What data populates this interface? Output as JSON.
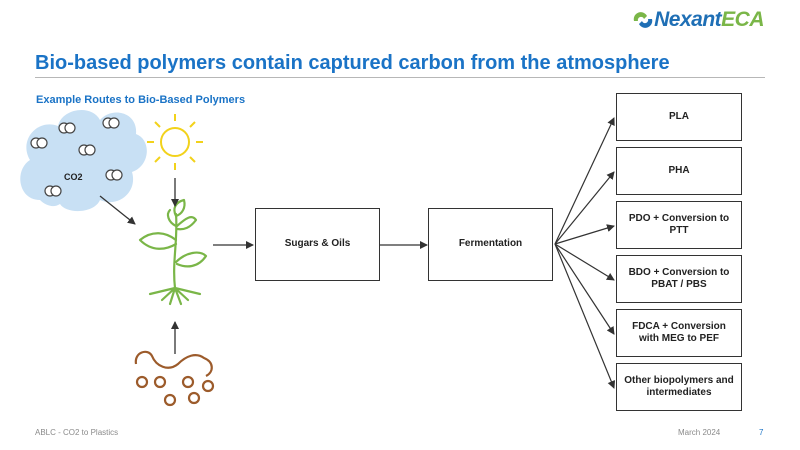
{
  "brand": {
    "name_part1": "Nexant",
    "name_part2": "ECA",
    "primary_color": "#1f6fb5",
    "accent_color": "#7ab648"
  },
  "slide": {
    "title": "Bio-based polymers contain captured carbon from the atmosphere",
    "subtitle": "Example Routes to Bio-Based Polymers",
    "title_color": "#1a73c6"
  },
  "diagram": {
    "cloud_label": "CO2",
    "process_steps": [
      "Sugars & Oils",
      "Fermentation"
    ],
    "outputs": [
      "PLA",
      "PHA",
      "PDO + Conversion to PTT",
      "BDO + Conversion to PBAT / PBS",
      "FDCA + Conversion with MEG to PEF",
      "Other biopolymers and intermediates"
    ],
    "icons": [
      "cloud-icon",
      "sun-icon",
      "plant-icon",
      "soil-icon"
    ]
  },
  "footer": {
    "source": "ABLC - CO2 to Plastics",
    "date": "March 2024",
    "page": "7"
  }
}
